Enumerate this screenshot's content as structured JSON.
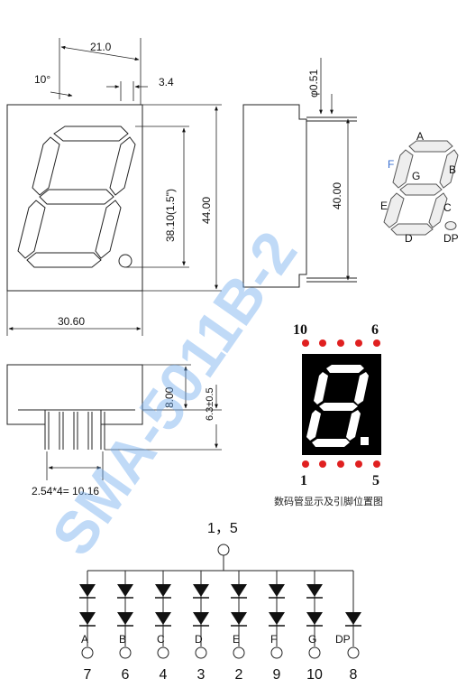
{
  "watermark": "SMA-5011B-2",
  "dimensions": {
    "top_width": "21.0",
    "angle": "10°",
    "offset": "3.4",
    "digit_height": "38.10(1.5\")",
    "total_height": "44.00",
    "front_width": "30.60",
    "pin_dia": "φ0.51",
    "side_height": "40.00",
    "body_depth": "8.00",
    "pin_length": "6.3±0.5",
    "pin_pitch": "2.54*4= 10.16"
  },
  "segments": [
    "A",
    "B",
    "C",
    "D",
    "E",
    "F",
    "G",
    "DP"
  ],
  "pinout": {
    "top_left_pin": "10",
    "top_right_pin": "6",
    "bottom_left_pin": "1",
    "bottom_right_pin": "5",
    "caption": "数码管显示及引脚位置图"
  },
  "circuit": {
    "common_label": "1，5",
    "channels": [
      {
        "segment": "A",
        "pin": "7"
      },
      {
        "segment": "B",
        "pin": "6"
      },
      {
        "segment": "C",
        "pin": "4"
      },
      {
        "segment": "D",
        "pin": "3"
      },
      {
        "segment": "E",
        "pin": "2"
      },
      {
        "segment": "F",
        "pin": "9"
      },
      {
        "segment": "G",
        "pin": "10"
      },
      {
        "segment": "DP",
        "pin": "8"
      }
    ]
  },
  "colors": {
    "pin_dot": "#e02020",
    "display_bg": "#000000",
    "segment": "#ffffff",
    "watermark": "#6aa8ee"
  }
}
